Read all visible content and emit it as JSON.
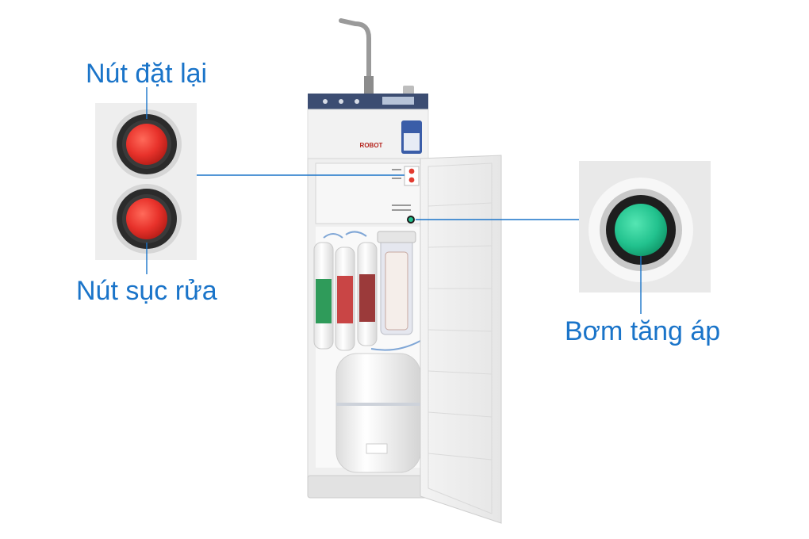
{
  "callouts": {
    "reset_button": "Nút đặt lại",
    "flush_button": "Nút sục rửa",
    "booster_pump": "Bơm tăng áp"
  },
  "product": {
    "brand_logo": "ROBOT"
  },
  "colors": {
    "callout_text": "#1a74c9",
    "leader_line": "#1a74c9",
    "reset_button": "#e8322b",
    "pump_indicator": "#22c28e"
  }
}
